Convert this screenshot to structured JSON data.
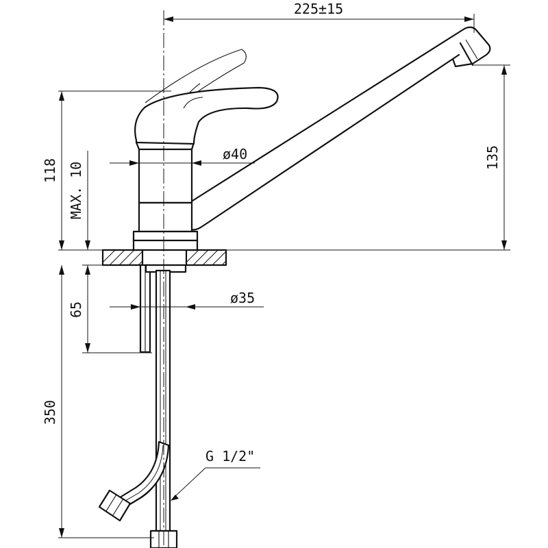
{
  "dimensions": {
    "overall_length": "225±15",
    "spout_height": "135",
    "body_height": "118",
    "max_countertop": "MAX. 10",
    "body_diameter": "ø40",
    "shank_diameter": "ø35",
    "shank_length": "65",
    "hose_length": "350",
    "thread": "G 1/2\""
  }
}
